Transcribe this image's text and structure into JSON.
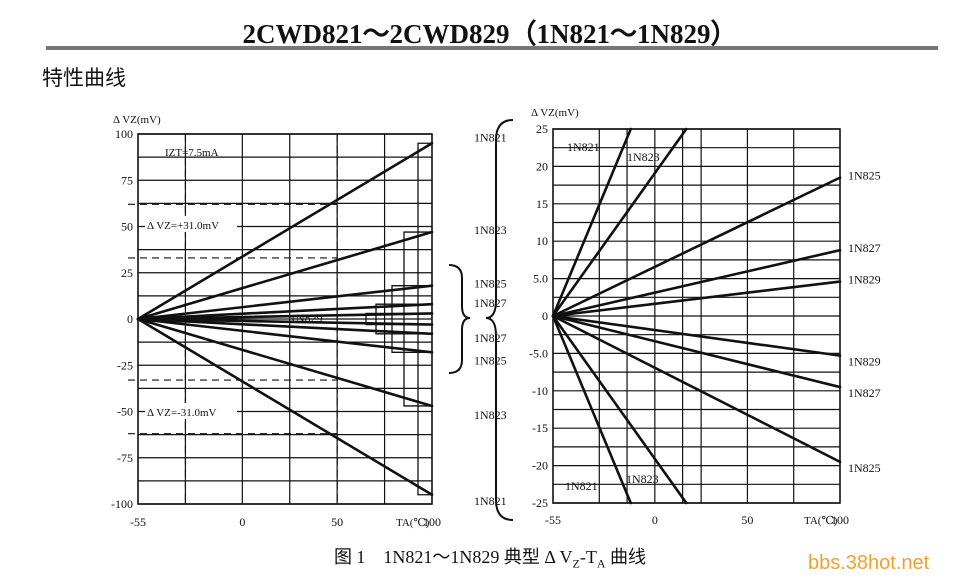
{
  "page": {
    "title": "2CWD821～2CWD829（1N821～1N829）",
    "section_heading": "特性曲线",
    "caption": {
      "prefix": "图 1　1N821～1N829 典型 Δ V",
      "sub1": "Z",
      "mid": "-T",
      "sub2": "A",
      "suffix": " 曲线"
    },
    "watermark": "bbs.38hot.net"
  },
  "chart_data": [
    {
      "type": "line",
      "name": "left",
      "xlabel": "TA(℃)",
      "ylabel": "Δ VZ(mV)",
      "xlim": [
        -55,
        100
      ],
      "ylim": [
        -100,
        100
      ],
      "x_ticks": [
        "-55",
        "0",
        "50",
        "100"
      ],
      "y_ticks": [
        "100",
        "75",
        "50",
        "25",
        "0",
        "-25",
        "-50",
        "-75",
        "-100"
      ],
      "grid": true,
      "annotations": [
        "IZT=7.5mA",
        "Δ VZ=+31.0mV",
        "Δ VZ=-31.0mV"
      ],
      "series": [
        {
          "name": "1N821",
          "points": [
            [
              -55,
              0
            ],
            [
              100,
              95
            ]
          ]
        },
        {
          "name": "1N823",
          "points": [
            [
              -55,
              0
            ],
            [
              100,
              47
            ]
          ]
        },
        {
          "name": "1N825",
          "points": [
            [
              -55,
              0
            ],
            [
              100,
              18
            ]
          ]
        },
        {
          "name": "1N827",
          "points": [
            [
              -55,
              0
            ],
            [
              100,
              8
            ]
          ]
        },
        {
          "name": "1N829",
          "points": [
            [
              -55,
              0
            ],
            [
              100,
              3
            ]
          ]
        },
        {
          "name": "1N829",
          "points": [
            [
              -55,
              0
            ],
            [
              100,
              -3
            ]
          ]
        },
        {
          "name": "1N827",
          "points": [
            [
              -55,
              0
            ],
            [
              100,
              -8
            ]
          ]
        },
        {
          "name": "1N825",
          "points": [
            [
              -55,
              0
            ],
            [
              100,
              -18
            ]
          ]
        },
        {
          "name": "1N823",
          "points": [
            [
              -55,
              0
            ],
            [
              100,
              -47
            ]
          ]
        },
        {
          "name": "1N821",
          "points": [
            [
              -55,
              0
            ],
            [
              100,
              -95
            ]
          ]
        }
      ]
    },
    {
      "type": "line",
      "name": "right",
      "xlabel": "TA(℃)",
      "ylabel": "Δ VZ(mV)",
      "xlim": [
        -55,
        100
      ],
      "ylim": [
        -25,
        25
      ],
      "x_ticks": [
        "-55",
        "0",
        "50",
        "100"
      ],
      "y_ticks": [
        "25",
        "20",
        "15",
        "10",
        "5.0",
        "0",
        "-5.0",
        "-10",
        "-15",
        "-20",
        "-25"
      ],
      "grid": true,
      "series": [
        {
          "name": "1N821",
          "points": [
            [
              -55,
              0
            ],
            [
              -13,
              25
            ]
          ]
        },
        {
          "name": "1N823",
          "points": [
            [
              -55,
              0
            ],
            [
              17,
              25
            ]
          ]
        },
        {
          "name": "1N825",
          "points": [
            [
              -55,
              0
            ],
            [
              100,
              18.5
            ]
          ]
        },
        {
          "name": "1N827",
          "points": [
            [
              -55,
              0
            ],
            [
              100,
              8.8
            ]
          ]
        },
        {
          "name": "1N829",
          "points": [
            [
              -55,
              0
            ],
            [
              100,
              4.6
            ]
          ]
        },
        {
          "name": "1N829",
          "points": [
            [
              -55,
              0
            ],
            [
              100,
              -5.3
            ]
          ]
        },
        {
          "name": "1N827",
          "points": [
            [
              -55,
              0
            ],
            [
              100,
              -9.5
            ]
          ]
        },
        {
          "name": "1N825",
          "points": [
            [
              -55,
              0
            ],
            [
              100,
              -19.5
            ]
          ]
        },
        {
          "name": "1N823",
          "points": [
            [
              -55,
              0
            ],
            [
              17,
              -25
            ]
          ]
        },
        {
          "name": "1N821",
          "points": [
            [
              -55,
              0
            ],
            [
              -13,
              -25
            ]
          ]
        }
      ]
    }
  ]
}
